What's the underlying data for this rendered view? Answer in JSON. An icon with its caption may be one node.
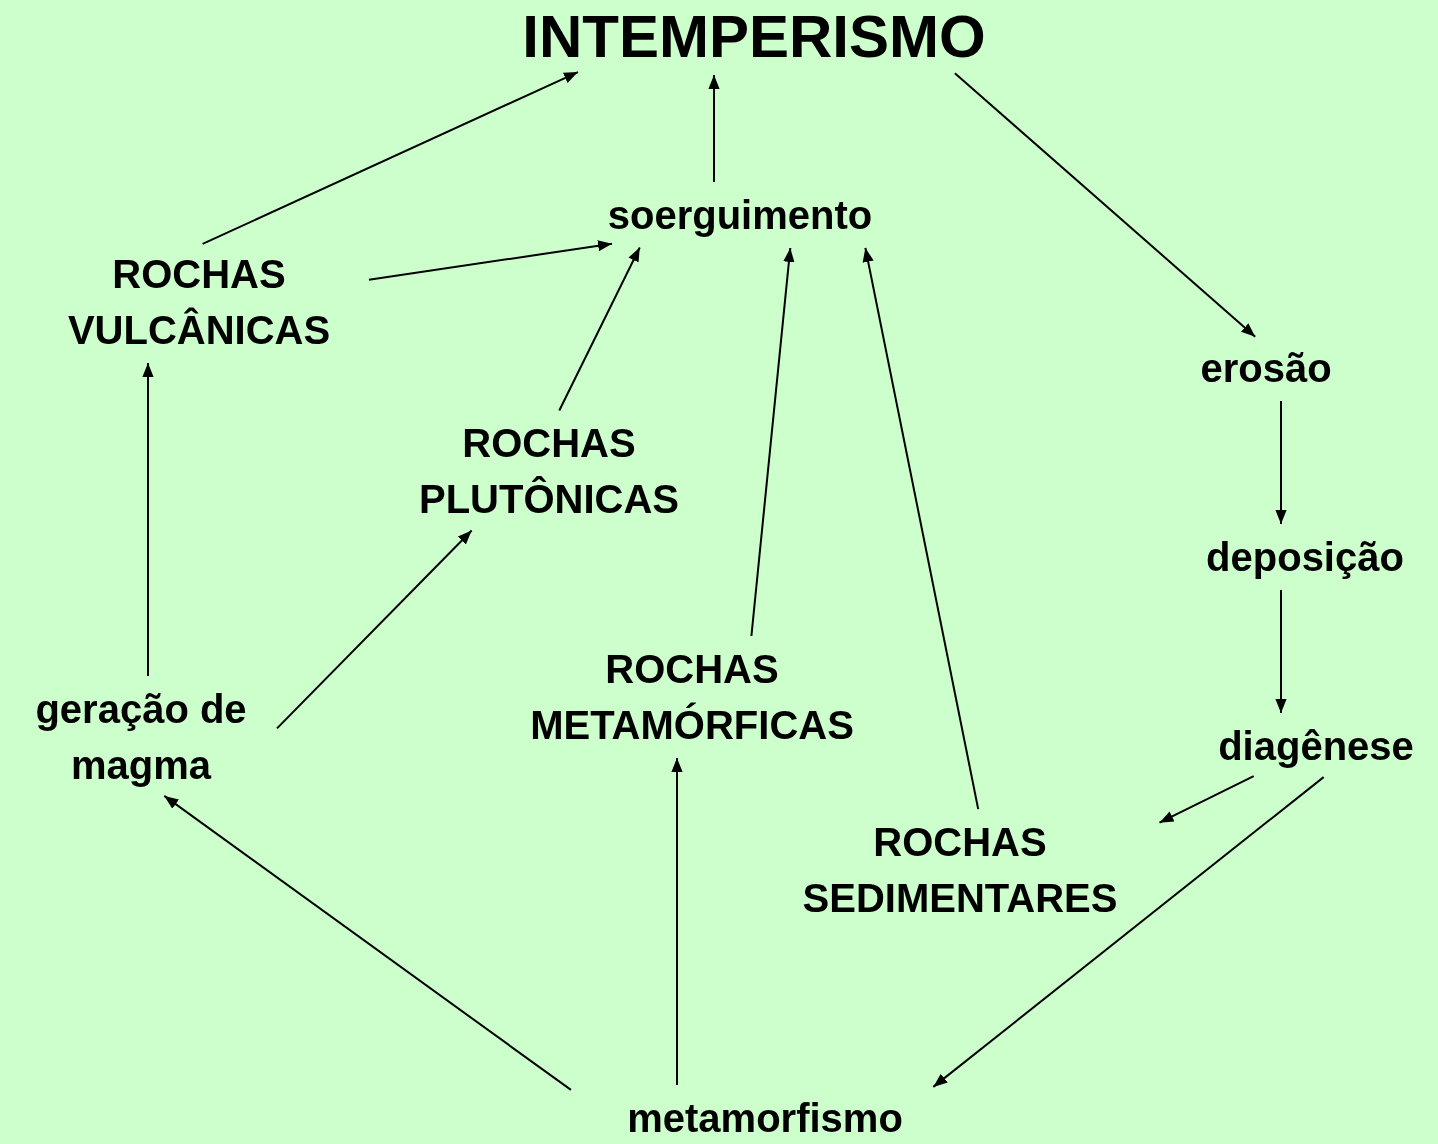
{
  "diagram": {
    "nodes": [
      {
        "text": [
          "INTEMPERISMO"
        ]
      },
      {
        "text": [
          "soerguimento"
        ]
      },
      {
        "text": [
          "ROCHAS VULCÂNICAS"
        ]
      },
      {
        "text": [
          "erosão"
        ]
      },
      {
        "text": [
          "ROCHAS PLUTÔNICAS"
        ]
      },
      {
        "text": [
          "deposição"
        ]
      },
      {
        "text": [
          "geração de magma"
        ]
      },
      {
        "text": [
          "ROCHAS METAMÓRFICAS"
        ]
      },
      {
        "text": [
          "diagênese"
        ]
      },
      {
        "text": [
          "ROCHAS SEDIMENTARES"
        ]
      },
      {
        "text": [
          "metamorfismo"
        ]
      }
    ],
    "edges": [
      {
        "from": 2,
        "to": 0,
        "arrow": "to"
      },
      {
        "from": 1,
        "to": 0,
        "arrow": "to"
      },
      {
        "from": 0,
        "to": 3,
        "arrow": "to"
      },
      {
        "from": 2,
        "to": 1,
        "arrow": "to"
      },
      {
        "from": 4,
        "to": 1,
        "arrow": "to"
      },
      {
        "from": 7,
        "to": 1,
        "arrow": "to"
      },
      {
        "from": 9,
        "to": 1,
        "arrow": "to"
      },
      {
        "from": 3,
        "to": 5,
        "arrow": "to"
      },
      {
        "from": 5,
        "to": 8,
        "arrow": "to"
      },
      {
        "from": 6,
        "to": 2,
        "arrow": "to"
      },
      {
        "from": 6,
        "to": 4,
        "arrow": "to"
      },
      {
        "from": 8,
        "to": 9,
        "arrow": "to"
      },
      {
        "from": 8,
        "to": 10,
        "arrow": "to"
      },
      {
        "from": 10,
        "to": 6,
        "arrow": "to"
      },
      {
        "from": 10,
        "to": 7,
        "arrow": "to"
      }
    ]
  }
}
